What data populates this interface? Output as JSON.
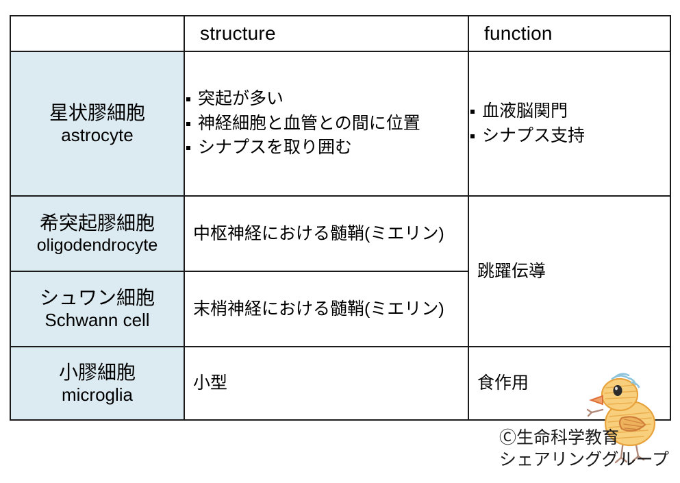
{
  "table": {
    "headers": [
      "",
      "structure",
      "function"
    ],
    "rows": [
      {
        "name_jp": "星状膠細胞",
        "name_en": "astrocyte",
        "structure_bullets": [
          "突起が多い",
          "神経細胞と血管との間に位置",
          "シナプスを取り囲む"
        ],
        "function_bullets": [
          "血液脳関門",
          "シナプス支持"
        ]
      },
      {
        "name_jp": "希突起膠細胞",
        "name_en": "oligodendrocyte",
        "structure_text": "中枢神経における髄鞘(ミエリン)",
        "function_text": "跳躍伝導"
      },
      {
        "name_jp": "シュワン細胞",
        "name_en": "Schwann cell",
        "structure_text": "末梢神経における髄鞘(ミエリン)"
      },
      {
        "name_jp": "小膠細胞",
        "name_en": "microglia",
        "structure_text": "小型",
        "function_text": "食作用"
      }
    ]
  },
  "credit": {
    "line1": "Ⓒ生命科学教育",
    "line2": "シェアリンググループ"
  },
  "colors": {
    "name_column_tint": "#dceaf1",
    "border": "#1a1a1a",
    "text": "#000000",
    "chick_body": "#f5c66a",
    "chick_outline": "#e8a33d",
    "chick_beak": "#e0703a",
    "chick_wing": "#d98240",
    "chick_hair": "#8fc4dd",
    "chick_legs": "#b08878"
  },
  "icons": {
    "chick": "chick-mascot-icon",
    "bullet": "square-bullet-icon"
  }
}
